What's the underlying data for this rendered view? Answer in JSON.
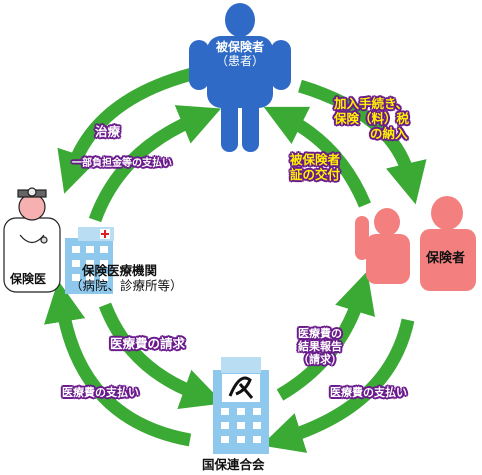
{
  "colors": {
    "arrow": "#3aaa35",
    "person_insured": "#2f6bc6",
    "insurer": "#f47f7f",
    "label_outline": "#6a1a8c",
    "label_highlight": "#fff200",
    "building": "#8ec8ec"
  },
  "nodes": {
    "insured": {
      "line1": "被保険者",
      "line2": "（患者）"
    },
    "insurer": {
      "label": "保険者"
    },
    "doctor": {
      "label": "保険医"
    },
    "institution": {
      "line1": "保険医療機関",
      "line2": "（病院、診療所等）"
    },
    "federation": {
      "label": "国保連合会"
    }
  },
  "flows": {
    "enrollment": {
      "line1": "加入手続き、",
      "line2": "保険（料）税",
      "line3": "の納入"
    },
    "card_issue": {
      "line1": "被保険者",
      "line2": "証の交付"
    },
    "treatment": {
      "label": "治療"
    },
    "copay": {
      "label": "一部負担金等の支払い"
    },
    "claim": {
      "label": "医療費の請求"
    },
    "payment_to_institution": {
      "label": "医療費の支払い"
    },
    "result_report": {
      "line1": "医療費の",
      "line2": "結果報告",
      "line3": "（請求）"
    },
    "payment_from_insurer": {
      "label": "医療費の支払い"
    }
  }
}
